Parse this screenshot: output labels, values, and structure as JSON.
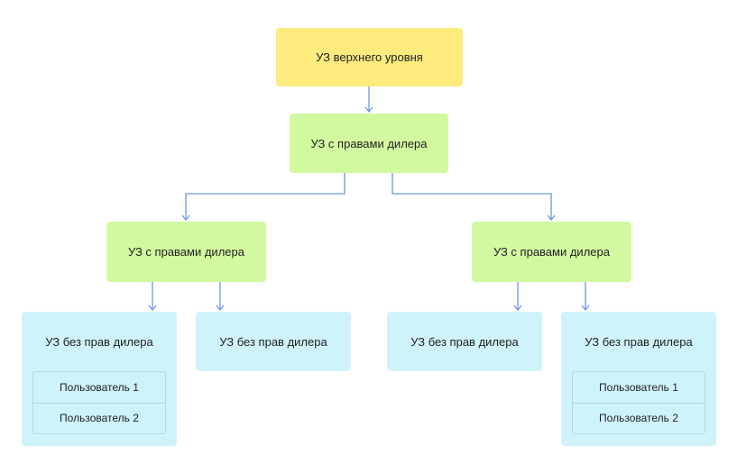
{
  "colors": {
    "top_fill": "#fdeb7e",
    "dealer_fill": "#d3f9a0",
    "no_dealer_fill": "#cff3fb",
    "connector": "#6b98e2"
  },
  "nodes": {
    "top": {
      "label": "УЗ верхнего уровня"
    },
    "dealer_root": {
      "label": "УЗ с правами дилера"
    },
    "dealer_left": {
      "label": "УЗ с правами дилера"
    },
    "dealer_right": {
      "label": "УЗ с правами дилера"
    },
    "nodealer_1": {
      "label": "УЗ без прав дилера",
      "users": [
        "Пользователь 1",
        "Пользователь 2"
      ]
    },
    "nodealer_2": {
      "label": "УЗ без прав дилера"
    },
    "nodealer_3": {
      "label": "УЗ без прав дилера"
    },
    "nodealer_4": {
      "label": "УЗ без прав дилера",
      "users": [
        "Пользователь 1",
        "Пользователь 2"
      ]
    }
  }
}
